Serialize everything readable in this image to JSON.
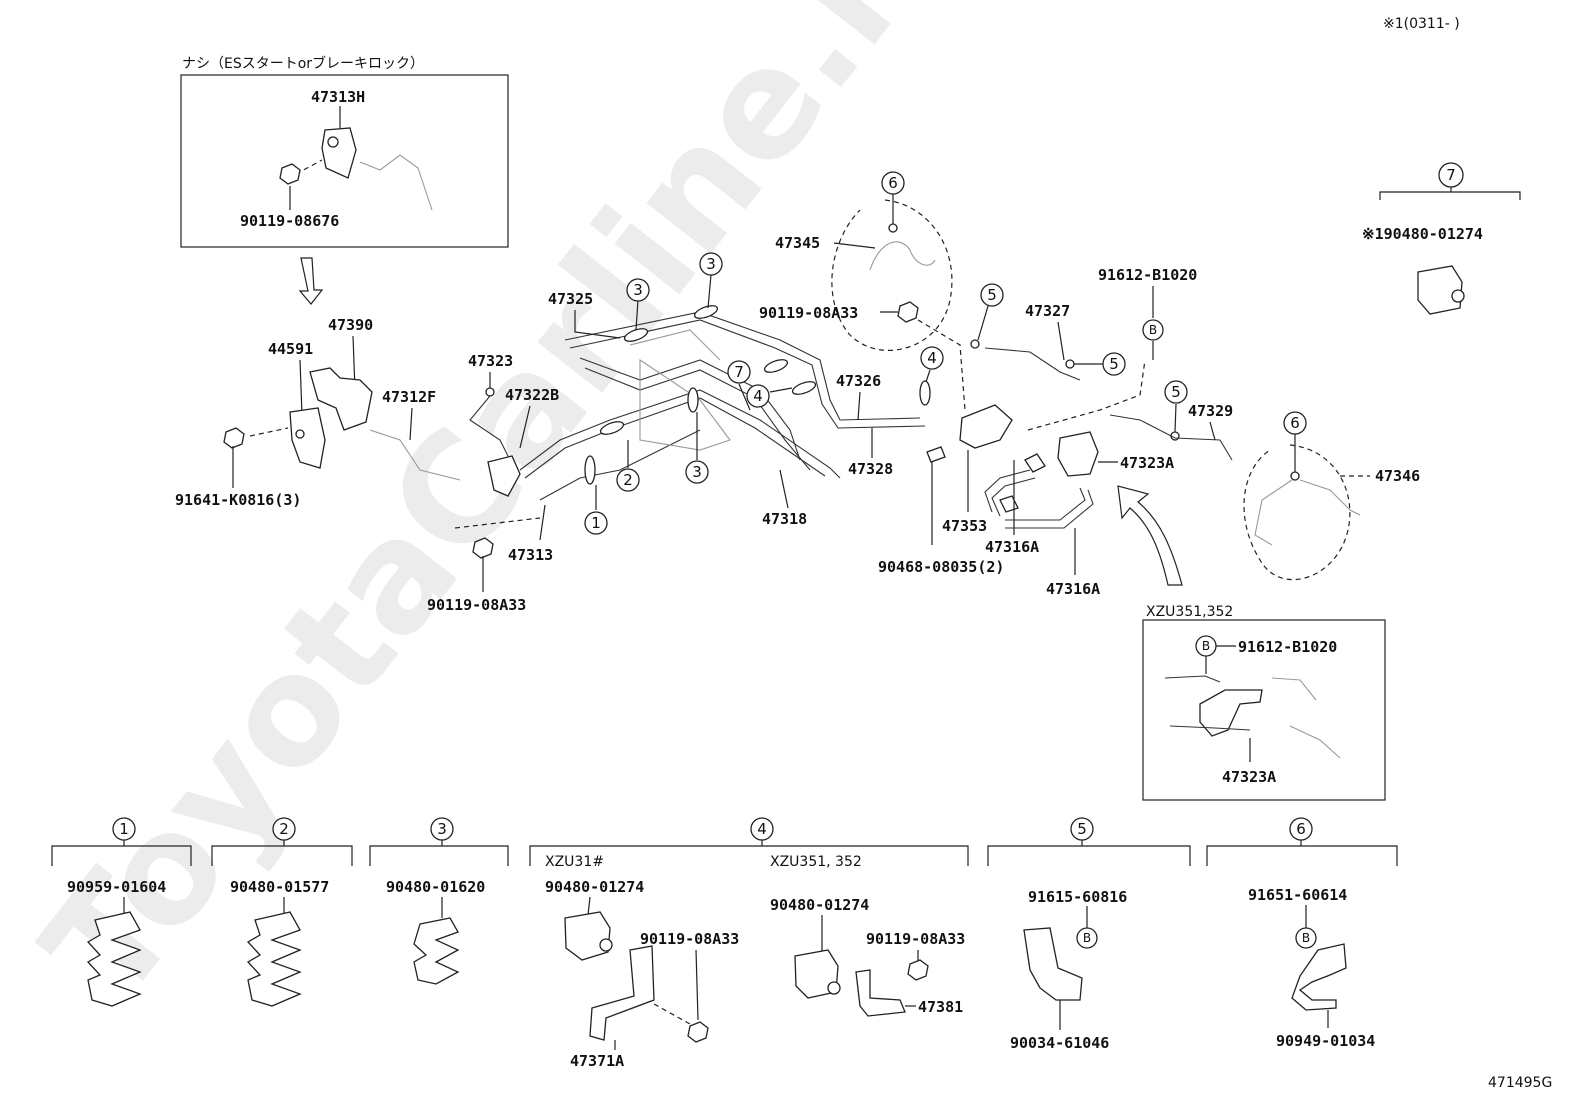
{
  "header": {
    "note": "※1(0311-        )"
  },
  "footer": {
    "figure_code": "471495G"
  },
  "watermark": "ToyotaCarline.ru",
  "inset_top": {
    "title": "ナシ（ESスタートorブレーキロック）",
    "part_a": "47313H",
    "part_b": "90119-08676"
  },
  "inset_xzu": {
    "title": "XZU351,352",
    "ref": "B",
    "part_a": "91612-B1020",
    "part_b": "47323A"
  },
  "callouts": [
    "1",
    "2",
    "3",
    "4",
    "5",
    "6",
    "7"
  ],
  "ref_letter": "B",
  "labels": {
    "p47390": "47390",
    "p44591": "44591",
    "p47312F": "47312F",
    "p91641": "91641-K0816(3)",
    "p47323": "47323",
    "p47322B": "47322B",
    "p47325": "47325",
    "p47313": "47313",
    "p90119a": "90119-08A33",
    "p47318": "47318",
    "p47326": "47326",
    "p47328": "47328",
    "p47345": "47345",
    "p90119b": "90119-08A33",
    "p47327": "47327",
    "p91612": "91612-B1020",
    "p47329": "47329",
    "p47323A": "47323A",
    "p47353": "47353",
    "p47316A1": "47316A",
    "p47316A2": "47316A",
    "p90468": "90468-08035(2)",
    "p47346": "47346",
    "p190480": "※190480-01274"
  },
  "groups": {
    "g1": {
      "num": "1",
      "part": "90959-01604"
    },
    "g2": {
      "num": "2",
      "part": "90480-01577"
    },
    "g3": {
      "num": "3",
      "part": "90480-01620"
    },
    "g4": {
      "num": "4",
      "left_title": "XZU31#",
      "right_title": "XZU351, 352",
      "part_a": "90480-01274",
      "part_b": "90119-08A33",
      "part_c": "47371A",
      "part_d": "90480-01274",
      "part_e": "90119-08A33",
      "part_f": "47381"
    },
    "g5": {
      "num": "5",
      "part_a": "91615-60816",
      "part_b": "90034-61046",
      "ref": "B"
    },
    "g6": {
      "num": "6",
      "part_a": "91651-60614",
      "part_b": "90949-01034",
      "ref": "B"
    }
  }
}
